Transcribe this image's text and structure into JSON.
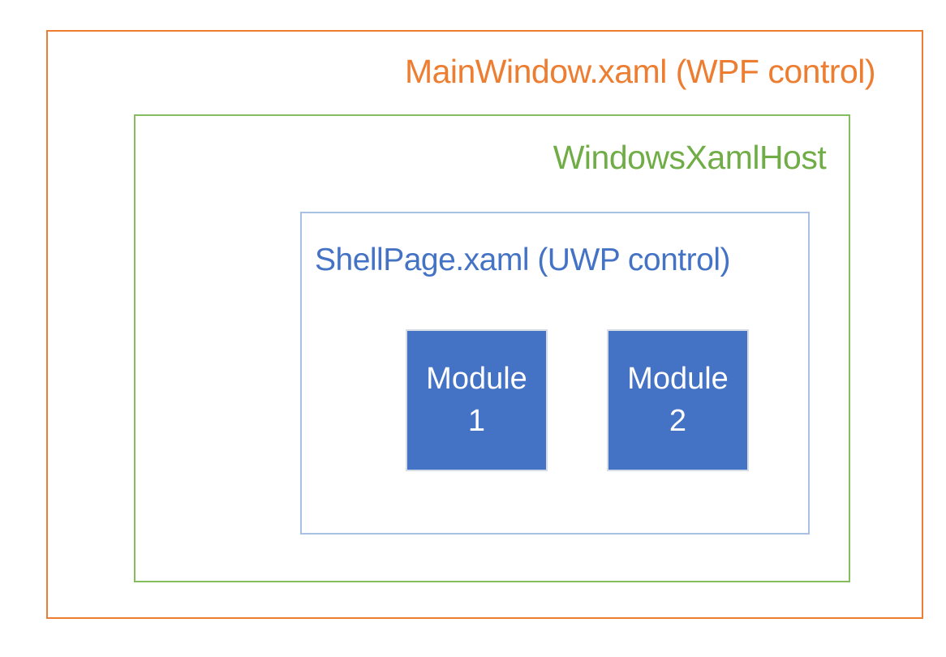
{
  "diagram": {
    "outer_box": {
      "label": "MainWindow.xaml (WPF control)",
      "color": "#ED7D31"
    },
    "middle_box": {
      "label": "WindowsXamlHost",
      "color": "#70AD47"
    },
    "inner_box": {
      "label": "ShellPage.xaml (UWP control)",
      "text_color": "#4472C4",
      "border_color": "#A8C0E4"
    },
    "modules": [
      {
        "line1": "Module",
        "line2": "1"
      },
      {
        "line1": "Module",
        "line2": "2"
      }
    ],
    "module_style": {
      "fill_color": "#4472C4",
      "border_color": "#D6DCE5",
      "text_color": "#FFFFFF"
    }
  }
}
